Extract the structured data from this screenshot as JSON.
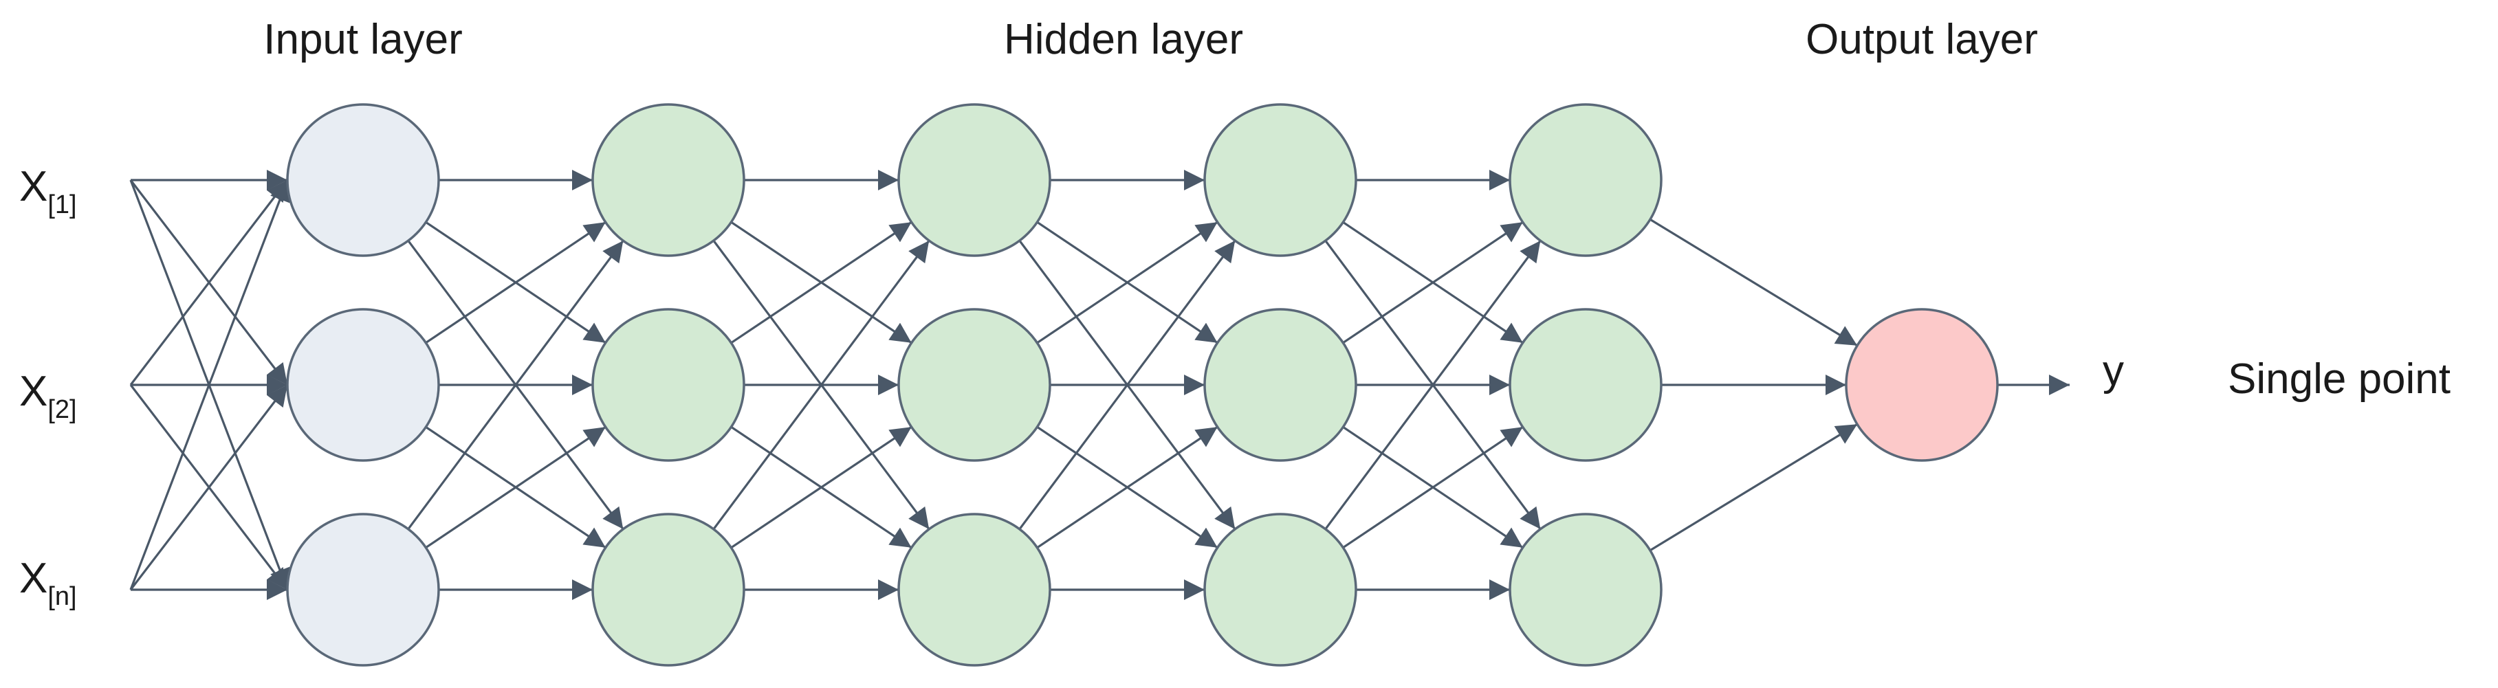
{
  "titles": {
    "input": "Input layer",
    "hidden": "Hidden layer",
    "output": "Output layer"
  },
  "inputs": [
    {
      "main": "X",
      "sub": "[1]"
    },
    {
      "main": "X",
      "sub": "[2]"
    },
    {
      "main": "X",
      "sub": "[n]"
    }
  ],
  "output": {
    "symbol": "y",
    "description": "Single point"
  },
  "layers": [
    {
      "role": "input",
      "nodes": 3
    },
    {
      "role": "hidden",
      "nodes": 3
    },
    {
      "role": "hidden",
      "nodes": 3
    },
    {
      "role": "hidden",
      "nodes": 3
    },
    {
      "role": "hidden",
      "nodes": 3
    },
    {
      "role": "output",
      "nodes": 1
    }
  ],
  "colors": {
    "input_node": "#e8edf3",
    "hidden_node": "#d3ead3",
    "output_node": "#fcc9c9",
    "edge": "#4a5868",
    "node_stroke": "#5a6878"
  }
}
